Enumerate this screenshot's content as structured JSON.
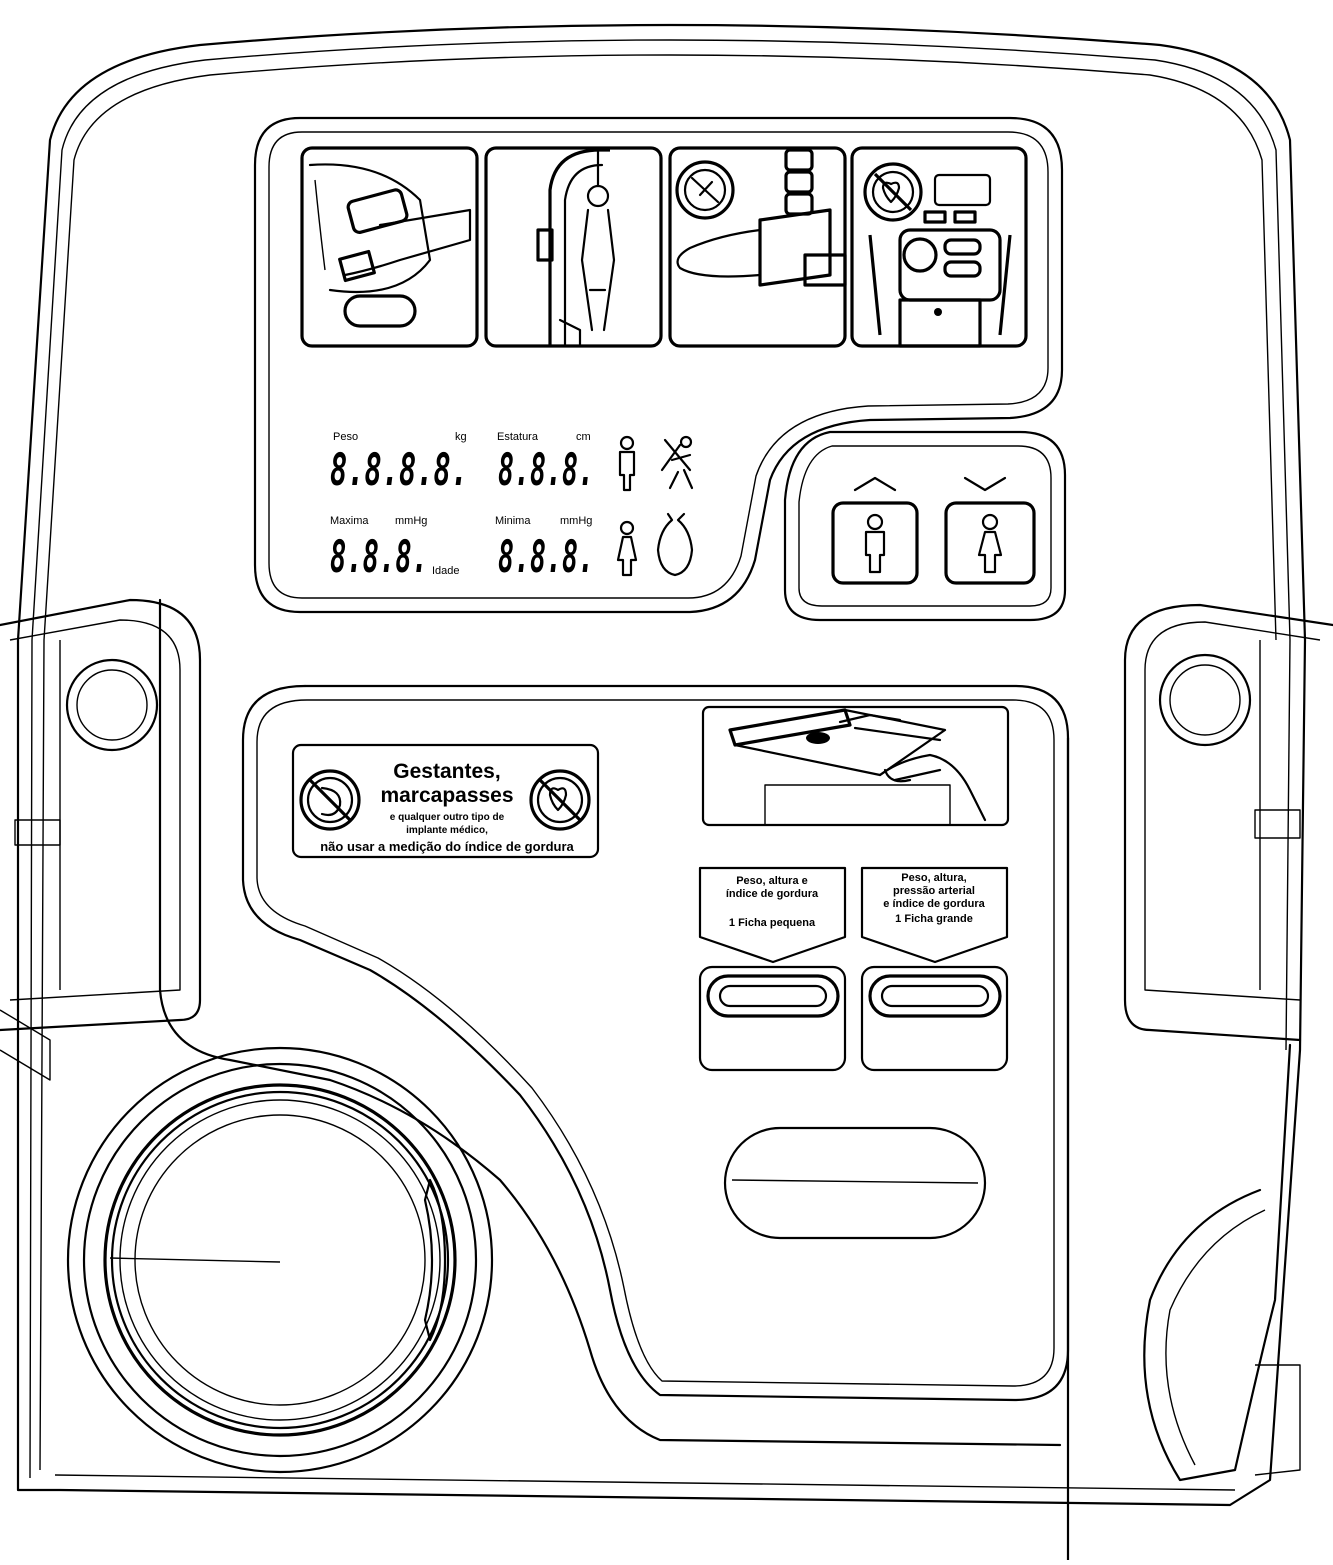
{
  "display": {
    "peso_label": "Peso",
    "peso_unit": "kg",
    "estatura_label": "Estatura",
    "estatura_unit": "cm",
    "maxima_label": "Maxima",
    "maxima_unit": "mmHg",
    "minima_label": "Minima",
    "minima_unit": "mmHg",
    "idade_label": "Idade",
    "peso_digits": "8.8.8.8.",
    "estatura_digits": "8.8.8.",
    "maxima_digits": "8.8.8.",
    "minima_digits": "8.8.8."
  },
  "warning": {
    "title_line1": "Gestantes,",
    "title_line2": "marcapasses",
    "sub_line1": "e qualquer outro tipo de",
    "sub_line2": "implante médico,",
    "footer": "não usar a medição do índice de gordura"
  },
  "slots": {
    "left_line1": "Peso, altura e",
    "left_line2": "índice de gordura",
    "left_price": "1 Ficha pequena",
    "right_line1": "Peso, altura,",
    "right_line2": "pressão arterial",
    "right_line3": "e índice de gordura",
    "right_price": "1 Ficha grande"
  },
  "icons": {
    "illustrations": [
      "card-insert-icon",
      "height-measure-icon",
      "wrist-cuff-icon",
      "no-pacemaker-icon"
    ],
    "buttons": [
      "male-up-icon",
      "female-down-icon"
    ]
  }
}
